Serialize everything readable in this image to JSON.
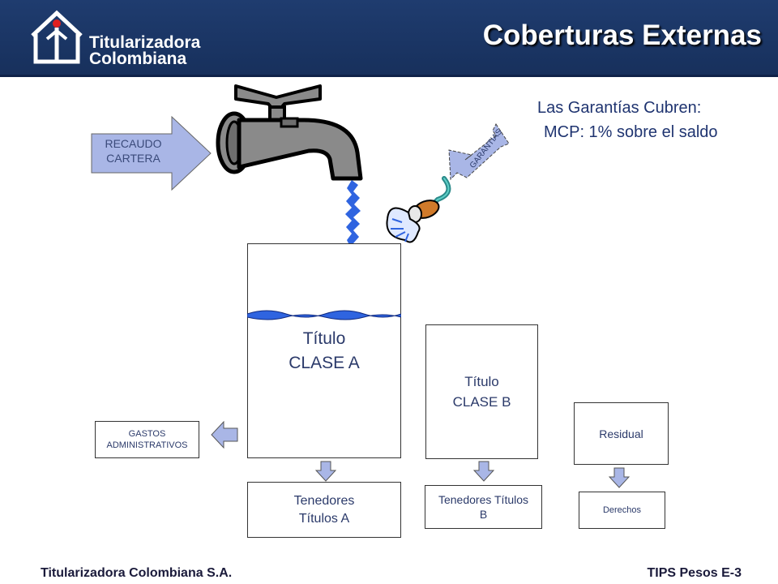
{
  "header": {
    "logo_line1": "Titularizadora",
    "logo_line2": "Colombiana",
    "title": "Coberturas Externas"
  },
  "inflow": {
    "label_line1": "RECAUDO",
    "label_line2": "CARTERA"
  },
  "guarantee_arrow": {
    "label": "GARANTIAS"
  },
  "coverage_note": {
    "line1": "Las Garantías Cubren:",
    "line2": "MCP: 1% sobre el saldo"
  },
  "tranches": {
    "class_a": {
      "line1": "Título",
      "line2": "CLASE A"
    },
    "class_b": {
      "line1": "Título",
      "line2": "CLASE B"
    },
    "residual": {
      "label": "Residual"
    }
  },
  "outputs": {
    "admin": {
      "line1": "GASTOS",
      "line2": "ADMINISTRATIVOS"
    },
    "holders_a": {
      "line1": "Tenedores",
      "line2": "Títulos A"
    },
    "holders_b": {
      "line1": "Tenedores Títulos",
      "line2": "B"
    },
    "rights": {
      "label": "Derechos"
    }
  },
  "footer": {
    "left": "Titularizadora Colombiana S.A.",
    "right": "TIPS Pesos E-3"
  },
  "colors": {
    "header_bg": "#1f3c6f",
    "arrow_fill": "#a9b6e6",
    "water": "#2f64e0",
    "text_dark": "#2b3a6a"
  }
}
